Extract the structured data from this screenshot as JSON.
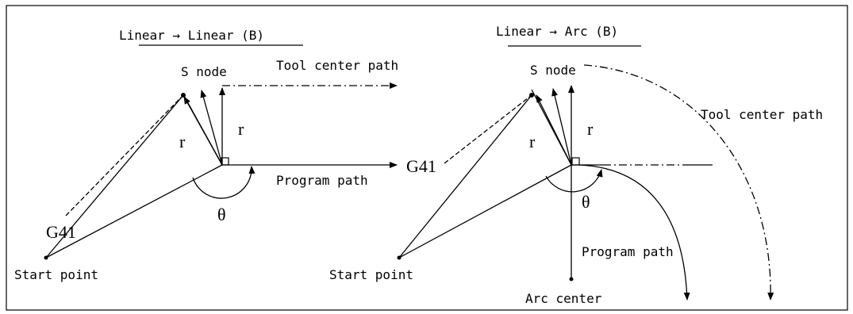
{
  "left_panel": {
    "title": "Linear → Linear (B)",
    "s_node": "S node",
    "tool_path": "Tool center path",
    "r_label_1": "r",
    "r_label_2": "r",
    "g41": "G41",
    "program_path": "Program path",
    "theta": "θ",
    "start_point": "Start point"
  },
  "right_panel": {
    "title": "Linear → Arc (B)",
    "s_node": "S node",
    "tool_path": "Tool center path",
    "r_label_1": "r",
    "r_label_2": "r",
    "g41": "G41",
    "program_path": "Program path",
    "theta": "θ",
    "start_point": "Start point",
    "arc_center": "Arc center"
  }
}
